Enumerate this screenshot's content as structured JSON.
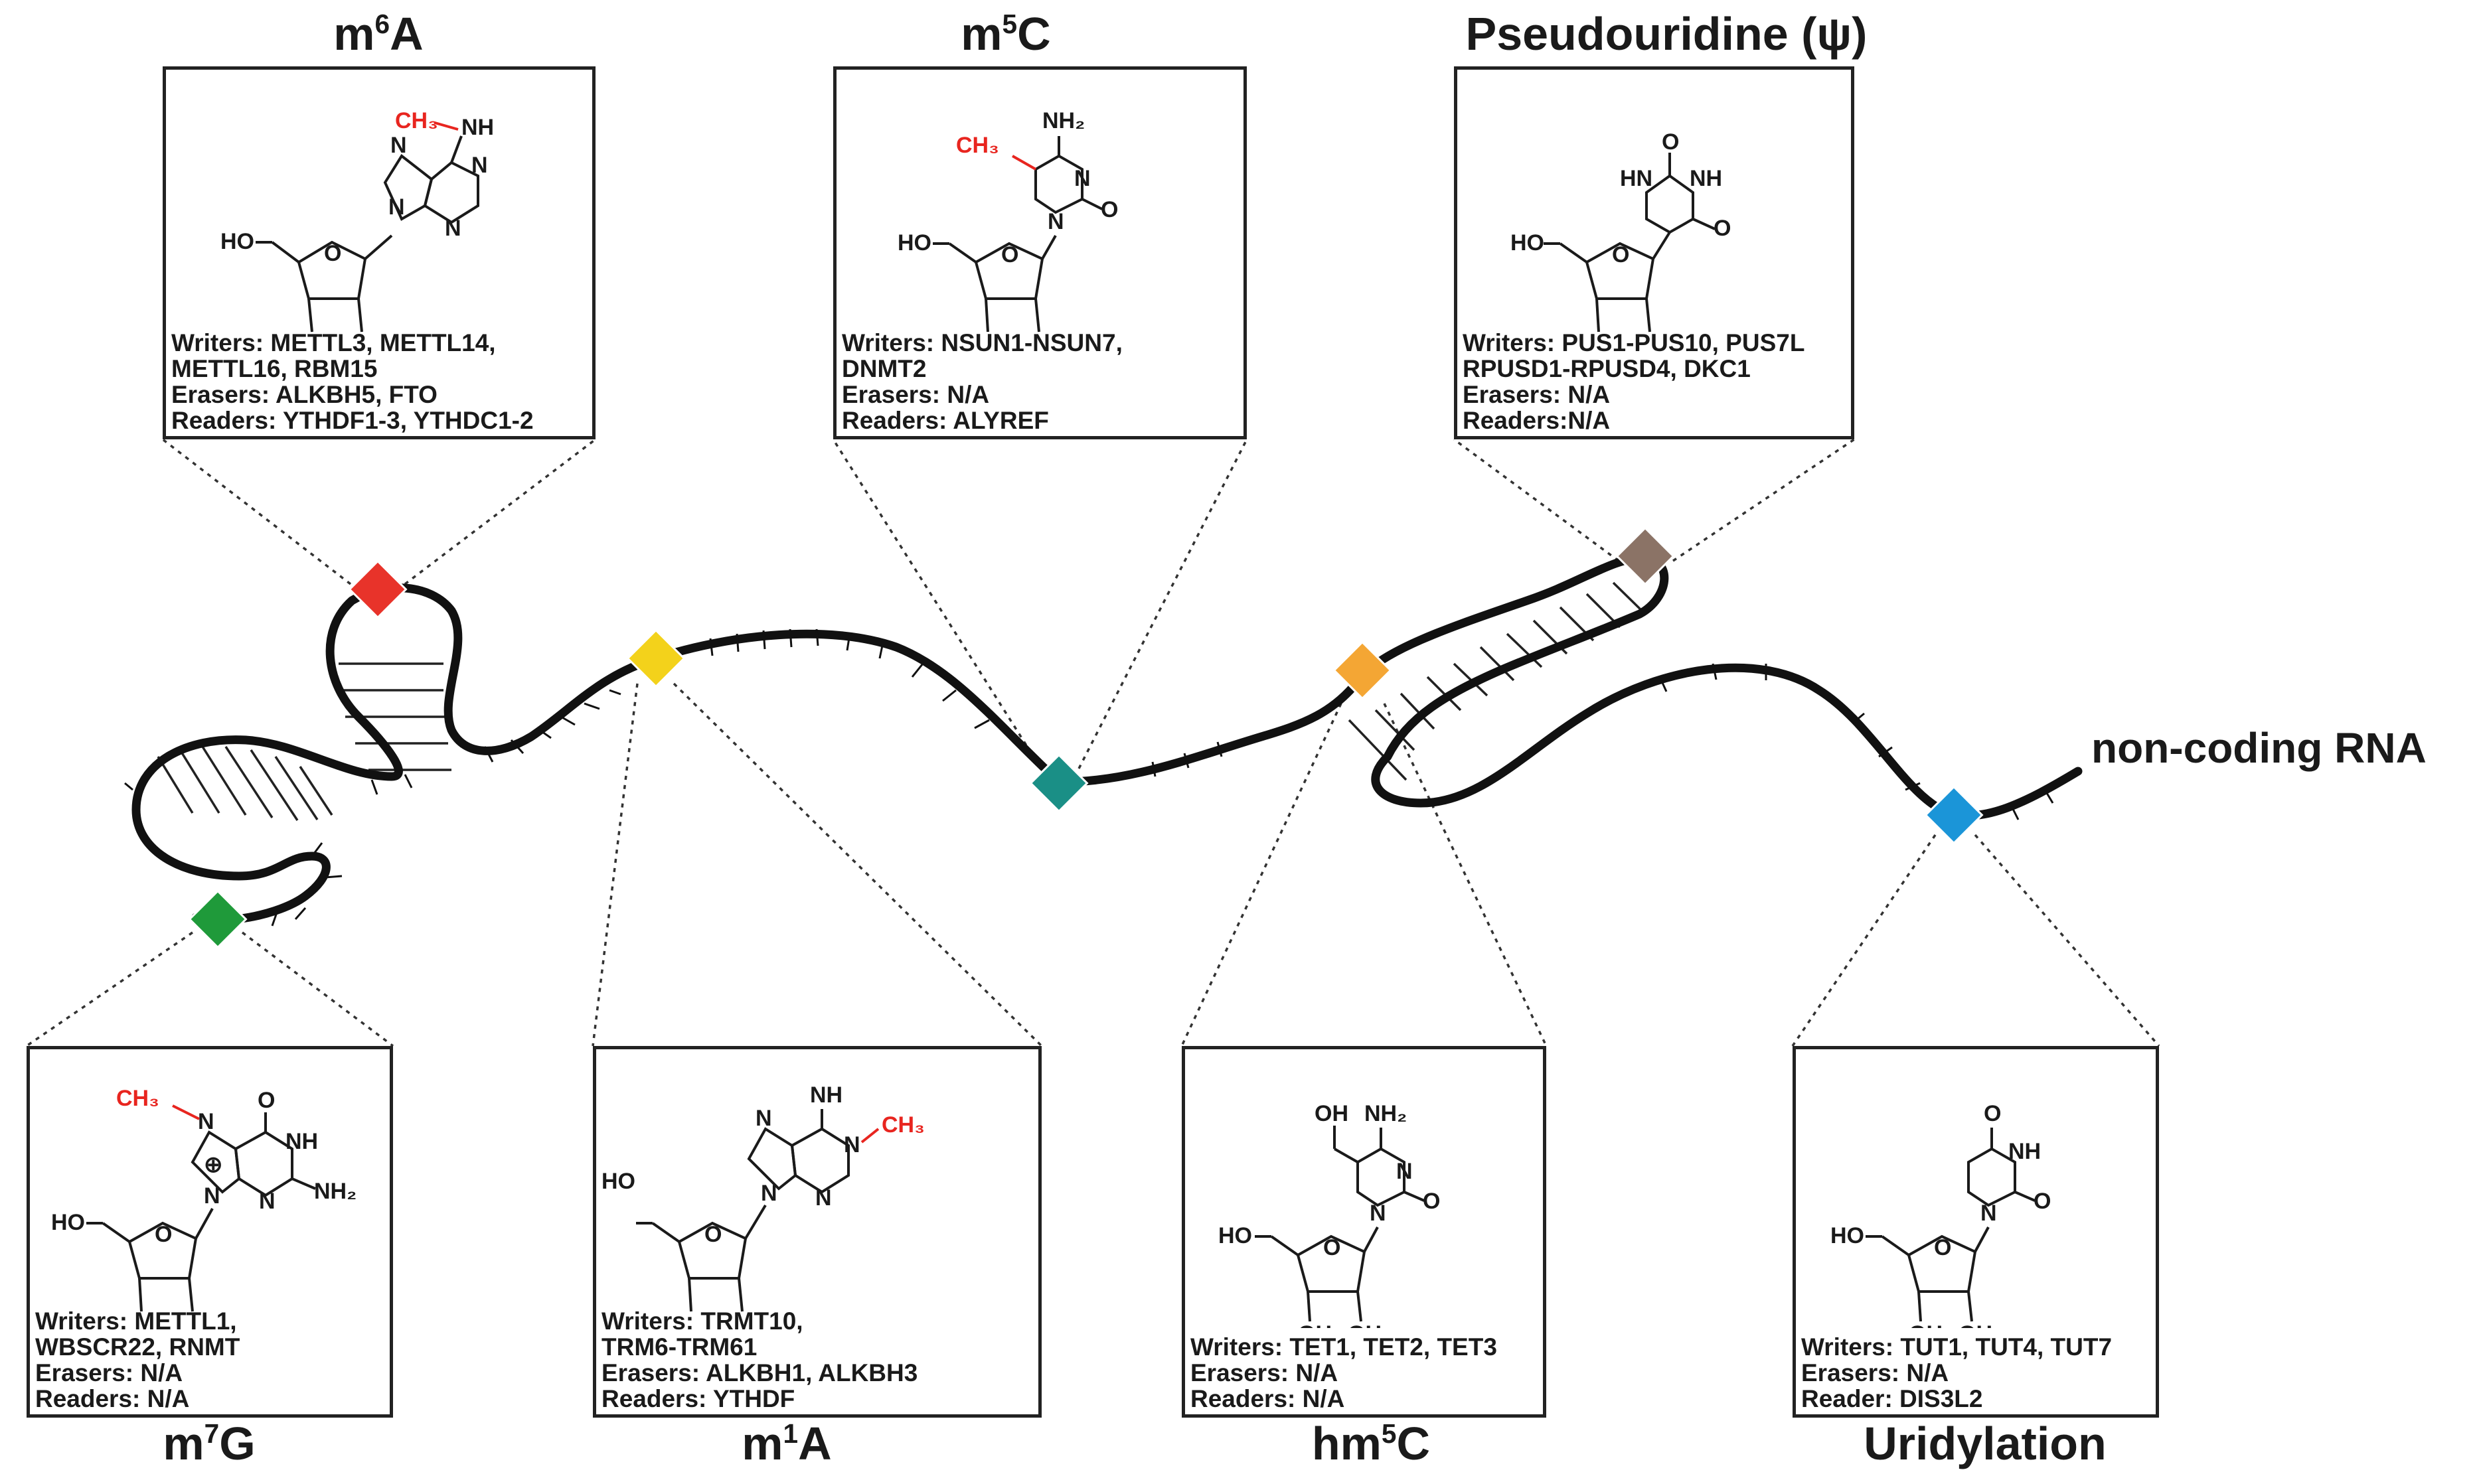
{
  "rna_label": "non-coding RNA",
  "modifications": {
    "m6A": {
      "title_base": "m",
      "title_sup": "6",
      "title_rest": "A",
      "color": "#e8332a",
      "lines": [
        "Writers: METTL3, METTL14,",
        "METTL16, RBM15",
        "Erasers: ALKBH5, FTO",
        "Readers: YTHDF1-3, YTHDC1-2"
      ]
    },
    "m5C": {
      "title_base": "m",
      "title_sup": "5",
      "title_rest": "C",
      "color": "#1a8f86",
      "lines": [
        "Writers: NSUN1-NSUN7,",
        "DNMT2",
        "Erasers: N/A",
        "Readers: ALYREF"
      ]
    },
    "pseudouridine": {
      "title_base": "Pseudouridine (ψ)",
      "title_sup": "",
      "title_rest": "",
      "color": "#8b7366",
      "lines": [
        "Writers: PUS1-PUS10, PUS7L",
        "RPUSD1-RPUSD4, DKC1",
        "Erasers: N/A",
        "Readers:N/A"
      ]
    },
    "m7G": {
      "title_base": "m",
      "title_sup": "7",
      "title_rest": "G",
      "color": "#1f9a3a",
      "lines": [
        "Writers: METTL1,",
        "WBSCR22, RNMT",
        "Erasers: N/A",
        "Readers: N/A"
      ]
    },
    "m1A": {
      "title_base": "m",
      "title_sup": "1",
      "title_rest": "A",
      "color": "#f3d21b",
      "lines": [
        "Writers: TRMT10,",
        "TRM6-TRM61",
        "Erasers: ALKBH1, ALKBH3",
        "Readers: YTHDF"
      ]
    },
    "hm5C": {
      "title_base": "hm",
      "title_sup": "5",
      "title_rest": "C",
      "color": "#f4a634",
      "lines": [
        "Writers: TET1, TET2, TET3",
        "Erasers: N/A",
        "Readers: N/A"
      ]
    },
    "uridylation": {
      "title_base": "Uridylation",
      "title_sup": "",
      "title_rest": "",
      "color": "#1b95d8",
      "lines": [
        "Writers: TUT1, TUT4, TUT7",
        "Erasers: N/A",
        "Reader: DIS3L2"
      ]
    }
  },
  "atoms": {
    "ho": "HO",
    "oh": "OH",
    "o": "O",
    "n": "N",
    "nh": "NH",
    "nh2": "NH₂",
    "ch3": "CH₃",
    "hn": "HN",
    "plus": "⊕"
  }
}
